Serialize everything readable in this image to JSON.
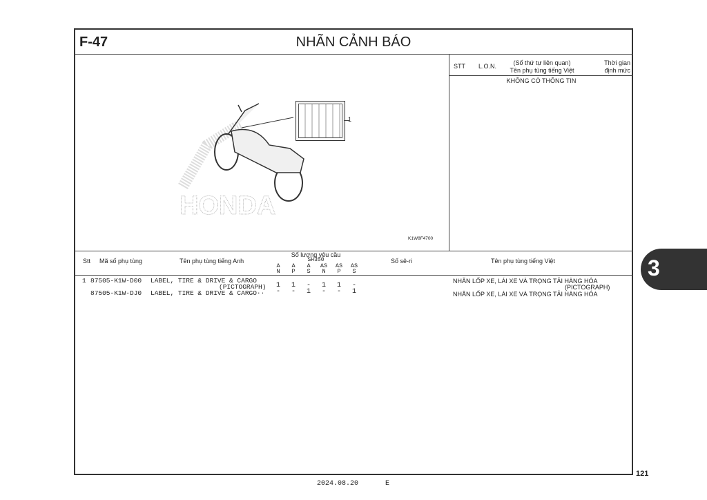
{
  "header": {
    "code": "F-47",
    "title": "NHÃN CẢNH BÁO"
  },
  "ref_table": {
    "headers": {
      "stt": "STT",
      "lon": "L.O.N.",
      "name_line1": "(Số thứ tự liên quan)",
      "name_line2": "Tên phụ tùng tiếng Việt",
      "time_line1": "Thời gian",
      "time_line2": "định mức"
    },
    "empty": "KHÔNG CÓ THÔNG TIN"
  },
  "illustration": {
    "callout": "1",
    "code": "K1W8F4700",
    "watermark": "HONDA"
  },
  "parts_table": {
    "headers": {
      "stt": "Stt",
      "part_no": "Mã số phụ tùng",
      "name_en": "Tên phụ tùng tiếng Anh",
      "qty": "Số lượng yêu cầu",
      "model": "SH350",
      "serial": "Số sê-ri",
      "name_vi": "Tên phụ tùng tiếng Việt"
    },
    "variants": [
      [
        "A",
        "N"
      ],
      [
        "A",
        "P"
      ],
      [
        "A",
        "S"
      ],
      [
        "AS",
        "N"
      ],
      [
        "AS",
        "P"
      ],
      [
        "AS",
        "S"
      ]
    ],
    "rows": [
      {
        "stt": "1",
        "part_no": "87505-K1W-D00",
        "name_en": "LABEL, TIRE & DRIVE & CARGO",
        "name_en2": "(PICTOGRAPH)",
        "qty": [
          "1",
          "1",
          "-",
          "1",
          "1",
          "-"
        ],
        "name_vi": "NHÃN LỐP XE, LÁI XE VÀ TRỌNG TẢI HÀNG HÓA",
        "name_vi2": "(PICTOGRAPH)"
      },
      {
        "stt": "",
        "part_no": "87505-K1W-DJ0",
        "name_en": "LABEL, TIRE & DRIVE & CARGO··",
        "qty": [
          "-",
          "-",
          "1",
          "-",
          "-",
          "1"
        ],
        "name_vi": "NHÃN LỐP XE, LÁI XE VÀ TRỌNG TẢI HÀNG HÓA"
      }
    ]
  },
  "side_tab": "3",
  "page_number": "121",
  "footer": {
    "date": "2024.08.20",
    "edition": "E"
  }
}
